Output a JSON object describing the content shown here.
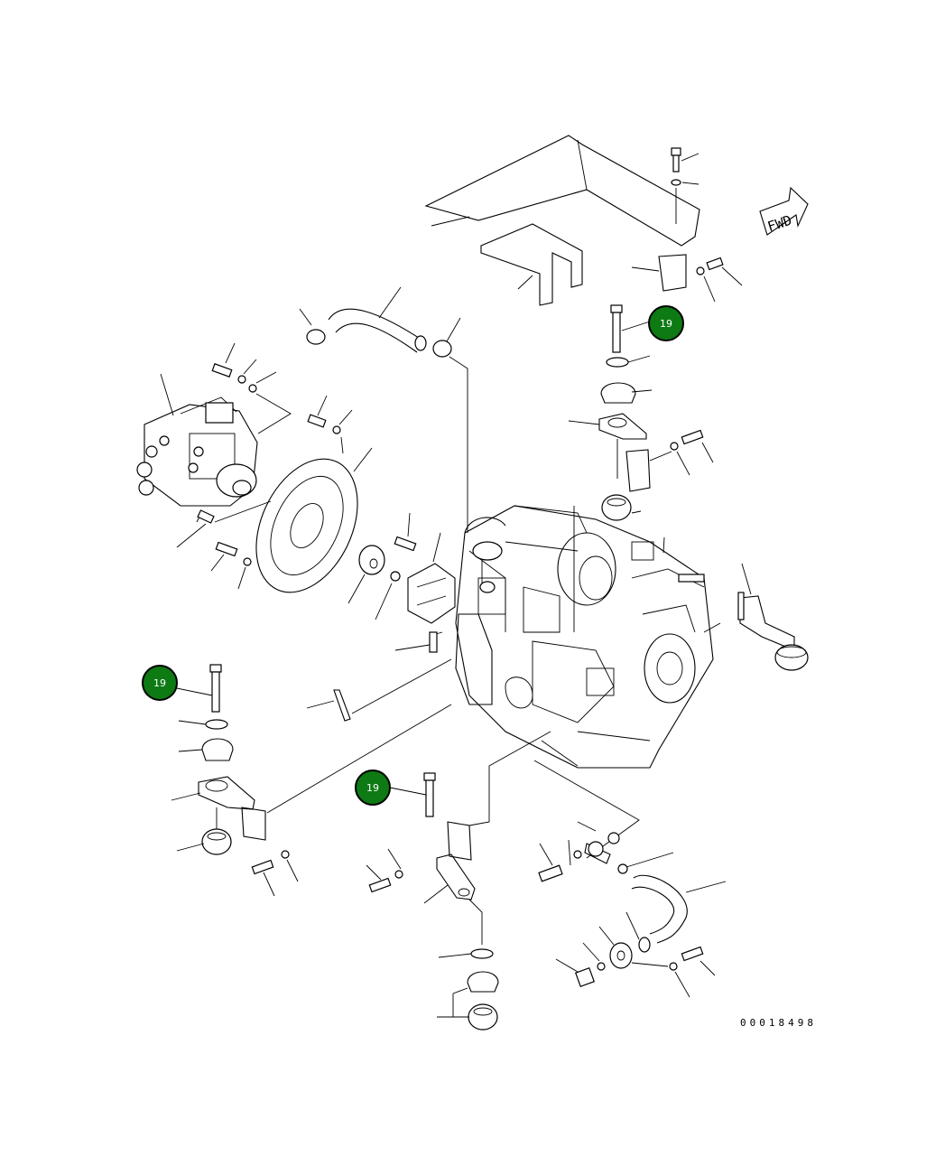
{
  "diagram": {
    "direction_label": "FWD",
    "document_number": "00018498",
    "badge_color": "#0d7a14",
    "callouts": [
      {
        "label": "19"
      },
      {
        "label": "19"
      },
      {
        "label": "19"
      }
    ]
  }
}
